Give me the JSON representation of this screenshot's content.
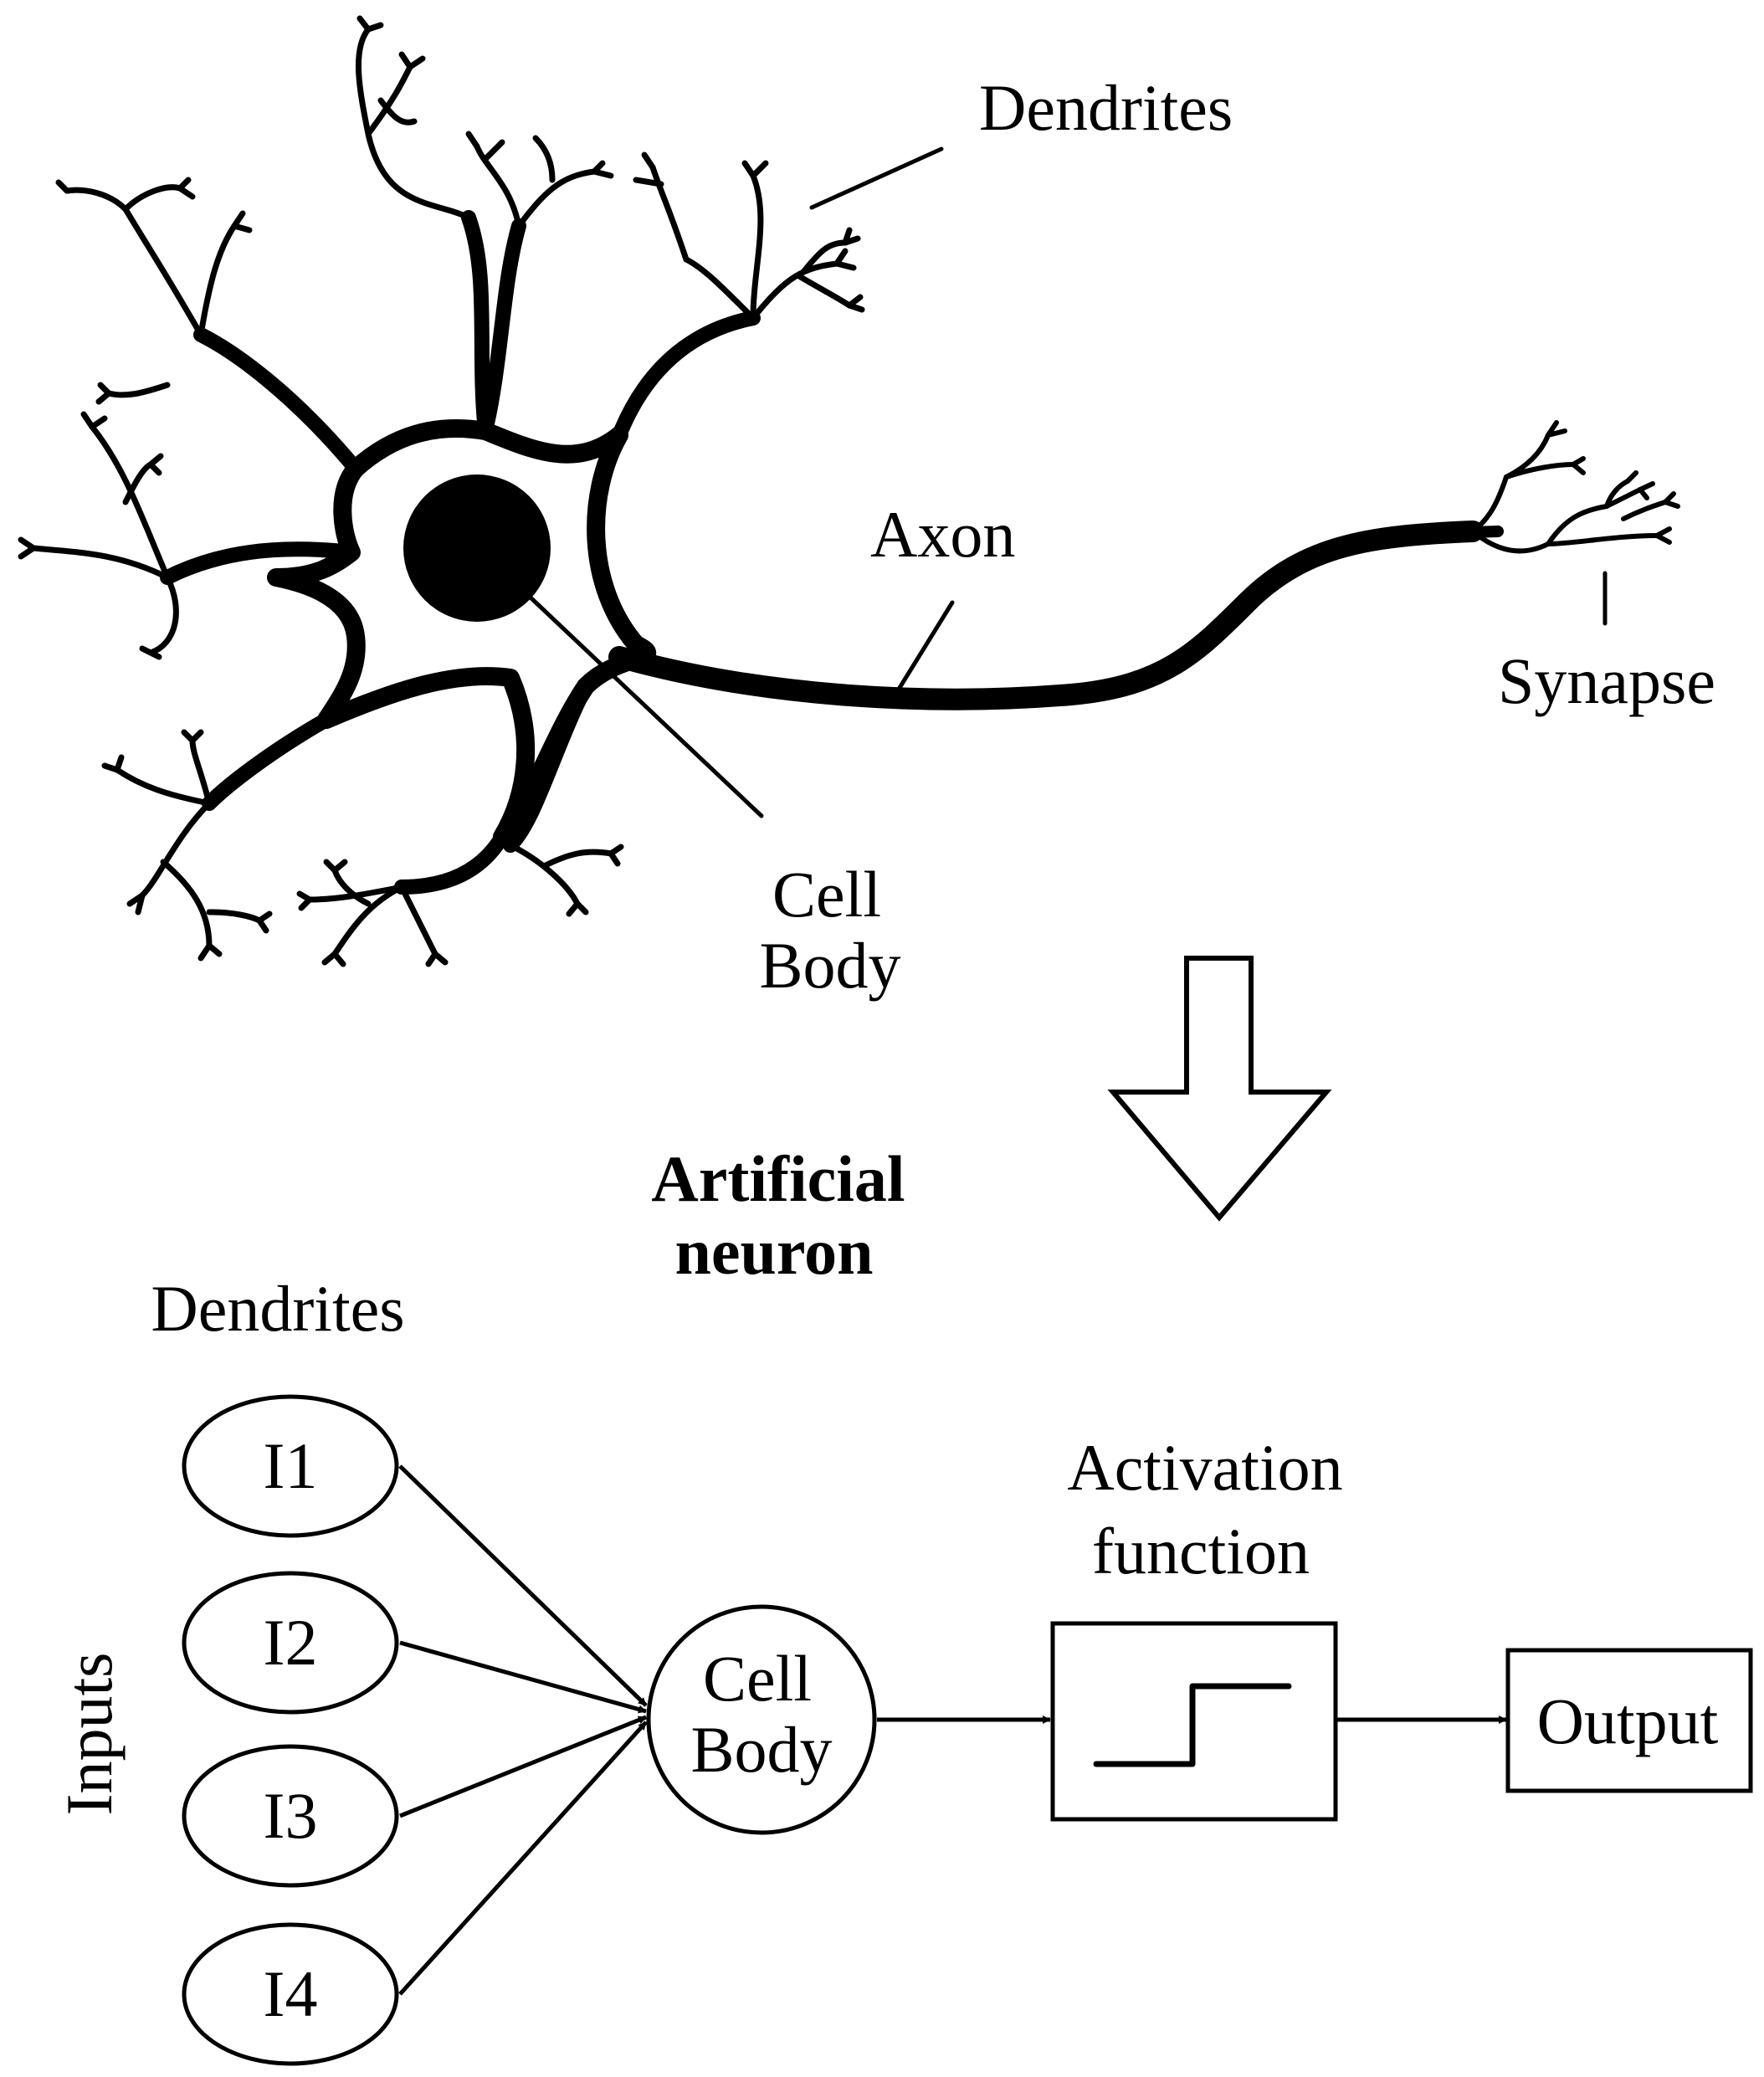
{
  "biological": {
    "dendrites_label": "Dendrites",
    "axon_label": "Axon",
    "synapse_label": "Synapse",
    "cell_body_label": [
      "Cell",
      "Body"
    ]
  },
  "artificial": {
    "title": [
      "Artificial",
      "neuron"
    ],
    "dendrites_label": "Dendrites",
    "inputs_label": "Inputs",
    "inputs": [
      "I1",
      "I2",
      "I3",
      "I4"
    ],
    "cell_body_label": [
      "Cell",
      "Body"
    ],
    "activation_label": [
      "Activation",
      "function"
    ],
    "output_label": "Output"
  },
  "colors": {
    "ink": "#000000",
    "background": "#ffffff"
  }
}
